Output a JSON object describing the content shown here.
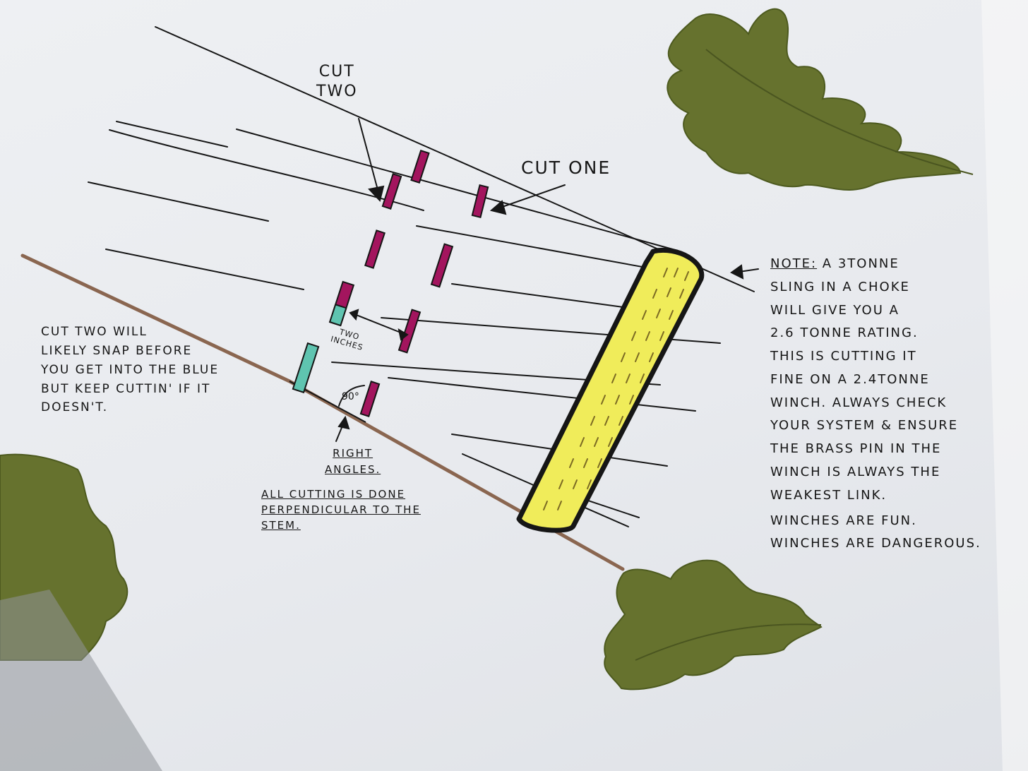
{
  "labels": {
    "cut_two": "CUT\nTWO",
    "cut_one": "CUT ONE",
    "two_inches": "TWO\nINCHES",
    "degrees": "90°",
    "cut_two_note": "CUT TWO WILL\nLIKELY SNAP BEFORE\nYOU GET INTO THE BLUE\nBUT KEEP CUTTIN' IF IT\nDOESN'T.",
    "right_angles": "RIGHT\nANGLES.",
    "cutting_note": "ALL CUTTING IS DONE\nPERPENDICULAR TO THE\nSTEM.",
    "note_lead": "NOTE:",
    "note_body": " A 3TONNE\nSLING IN A CHOKE\nWILL GIVE YOU A\n2.6 TONNE RATING.\nTHIS IS CUTTING IT\nFINE ON A 2.4TONNE\nWINCH. ALWAYS CHECK\nYOUR SYSTEM & ENSURE\nTHE BRASS PIN IN THE\nWINCH IS ALWAYS THE\nWEAKEST LINK.",
    "note_fun": "WINCHES ARE FUN.\nWINCHES ARE DANGEROUS."
  },
  "colors": {
    "ink": "#161616",
    "cut_magenta": "#a3155e",
    "hinge_teal": "#5fc4b0",
    "sling_yellow": "#f0ec5a",
    "stem_brown": "#8a6650",
    "leaf_green": "#66722e"
  },
  "decor": {
    "leaves": [
      "oak-leaf",
      "oak-leaf",
      "oak-leaf"
    ]
  }
}
